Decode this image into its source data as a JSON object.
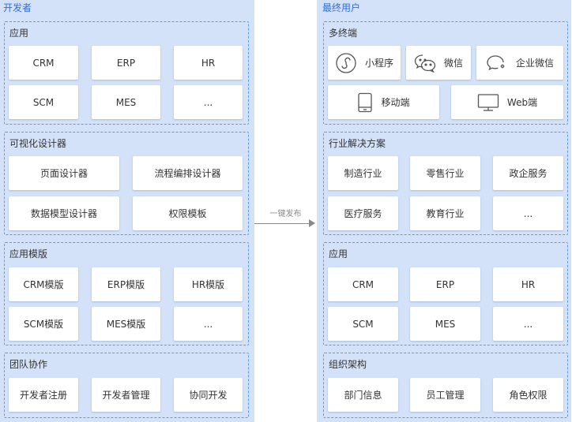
{
  "developer": {
    "title": "开发者",
    "apps": {
      "title": "应用",
      "items": [
        "CRM",
        "ERP",
        "HR",
        "SCM",
        "MES",
        "..."
      ]
    },
    "designer": {
      "title": "可视化设计器",
      "items": [
        "页面设计器",
        "流程编排设计器",
        "数据模型设计器",
        "权限模板"
      ]
    },
    "templates": {
      "title": "应用模版",
      "items": [
        "CRM模版",
        "ERP模版",
        "HR模版",
        "SCM模版",
        "MES模版",
        "..."
      ]
    },
    "team": {
      "title": "团队协作",
      "items": [
        "开发者注册",
        "开发者管理",
        "协同开发"
      ]
    }
  },
  "connector": {
    "label": "一键发布"
  },
  "end_user": {
    "title": "最终用户",
    "multi": {
      "title": "多终端",
      "items": [
        {
          "label": "小程序",
          "icon": "mini-program-icon"
        },
        {
          "label": "微信",
          "icon": "wechat-icon"
        },
        {
          "label": "企业微信",
          "icon": "enterprise-wechat-icon"
        },
        {
          "label": "移动端",
          "icon": "mobile-icon"
        },
        {
          "label": "Web端",
          "icon": "monitor-icon"
        }
      ]
    },
    "industry": {
      "title": "行业解决方案",
      "items": [
        "制造行业",
        "零售行业",
        "政企服务",
        "医疗服务",
        "教育行业",
        "..."
      ]
    },
    "apps": {
      "title": "应用",
      "items": [
        "CRM",
        "ERP",
        "HR",
        "SCM",
        "MES",
        "..."
      ]
    },
    "org": {
      "title": "组织架构",
      "items": [
        "部门信息",
        "员工管理",
        "角色权限"
      ]
    }
  },
  "colors": {
    "column_bg": "#d4e2f9",
    "accent": "#2f6fd6",
    "panel_border": "#5b9ae8",
    "icon": "#555555"
  }
}
